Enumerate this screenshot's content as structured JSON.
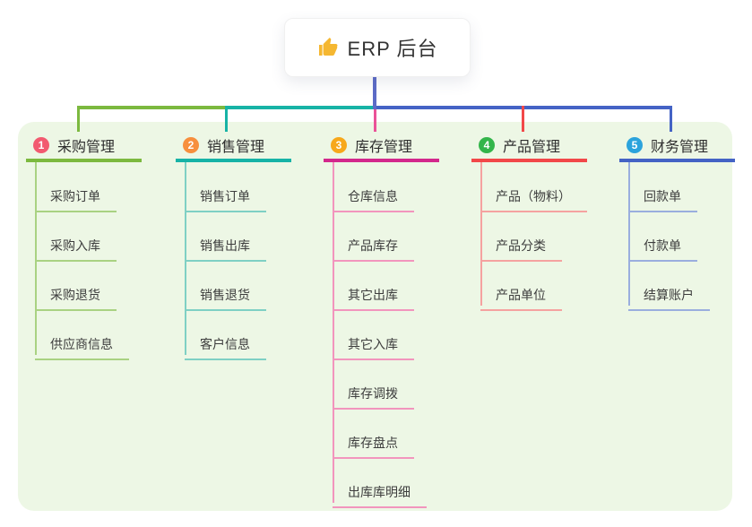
{
  "root": {
    "title": "ERP 后台",
    "icon": "thumbs-up-icon",
    "line_color": "#5c6bc7"
  },
  "canvas": {
    "background": "#ffffff",
    "panel_background": "#edf7e5"
  },
  "branches": [
    {
      "number": "1",
      "label": "采购管理",
      "colors": {
        "badge": "#f25a70",
        "strong": "#7cb93f",
        "soft": "#a9d282",
        "drop": "#7cb93f"
      },
      "children": [
        "采购订单",
        "采购入库",
        "采购退货",
        "供应商信息"
      ]
    },
    {
      "number": "2",
      "label": "销售管理",
      "colors": {
        "badge": "#f78f3d",
        "strong": "#17b3a6",
        "soft": "#7fd0c4",
        "drop": "#17b3a6"
      },
      "children": [
        "销售订单",
        "销售出库",
        "销售退货",
        "客户信息"
      ]
    },
    {
      "number": "3",
      "label": "库存管理",
      "colors": {
        "badge": "#f7a81b",
        "strong": "#d3288c",
        "soft": "#f295bd",
        "drop": "#ea5298"
      },
      "children": [
        "仓库信息",
        "产品库存",
        "其它出库",
        "其它入库",
        "库存调拨",
        "库存盘点",
        "出库库明细"
      ]
    },
    {
      "number": "4",
      "label": "产品管理",
      "colors": {
        "badge": "#33b54a",
        "strong": "#f24849",
        "soft": "#f5a2a0",
        "drop": "#f24849"
      },
      "children": [
        "产品（物料）",
        "产品分类",
        "产品单位"
      ]
    },
    {
      "number": "5",
      "label": "财务管理",
      "colors": {
        "badge": "#2ba3dc",
        "strong": "#4463c5",
        "soft": "#9aaede",
        "drop": "#4463c5"
      },
      "children": [
        "回款单",
        "付款单",
        "结算账户"
      ]
    }
  ]
}
